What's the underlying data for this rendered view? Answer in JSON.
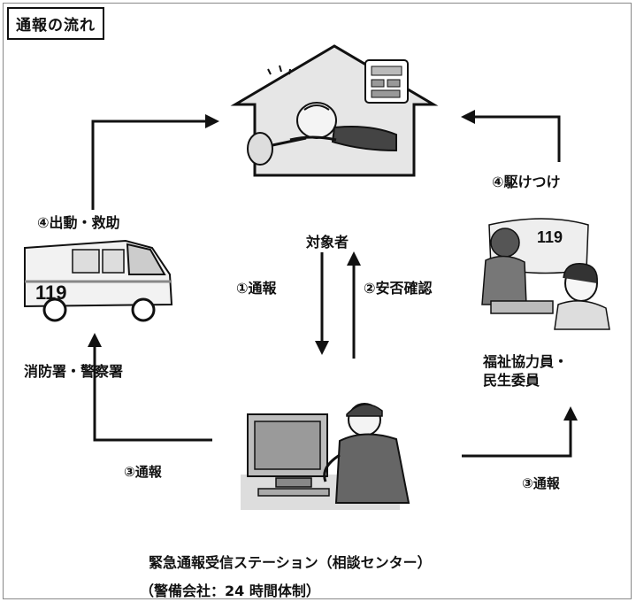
{
  "title": "通報の流れ",
  "labels": {
    "subject": "対象者",
    "step1": "①通報",
    "step2": "②安否確認",
    "step3_left": "③通報",
    "step3_right": "③通報",
    "step4_dispatch": "④出動・救助",
    "step4_rush": "④駆けつけ",
    "fire_police": "消防署・警察署",
    "welfare_line1": "福祉協力員・",
    "welfare_line2": "民生委員",
    "station_line1": "緊急通報受信ステーション（相談センター）",
    "station_line2": "（警備会社：24 時間体制）"
  },
  "illustrations": {
    "house": "house-with-fallen-elderly-person",
    "ambulance": "ambulance",
    "ambulance_number": "119",
    "phone_scene": "phone-call-illustration",
    "phone_number": "119",
    "operator": "operator-at-computer"
  }
}
